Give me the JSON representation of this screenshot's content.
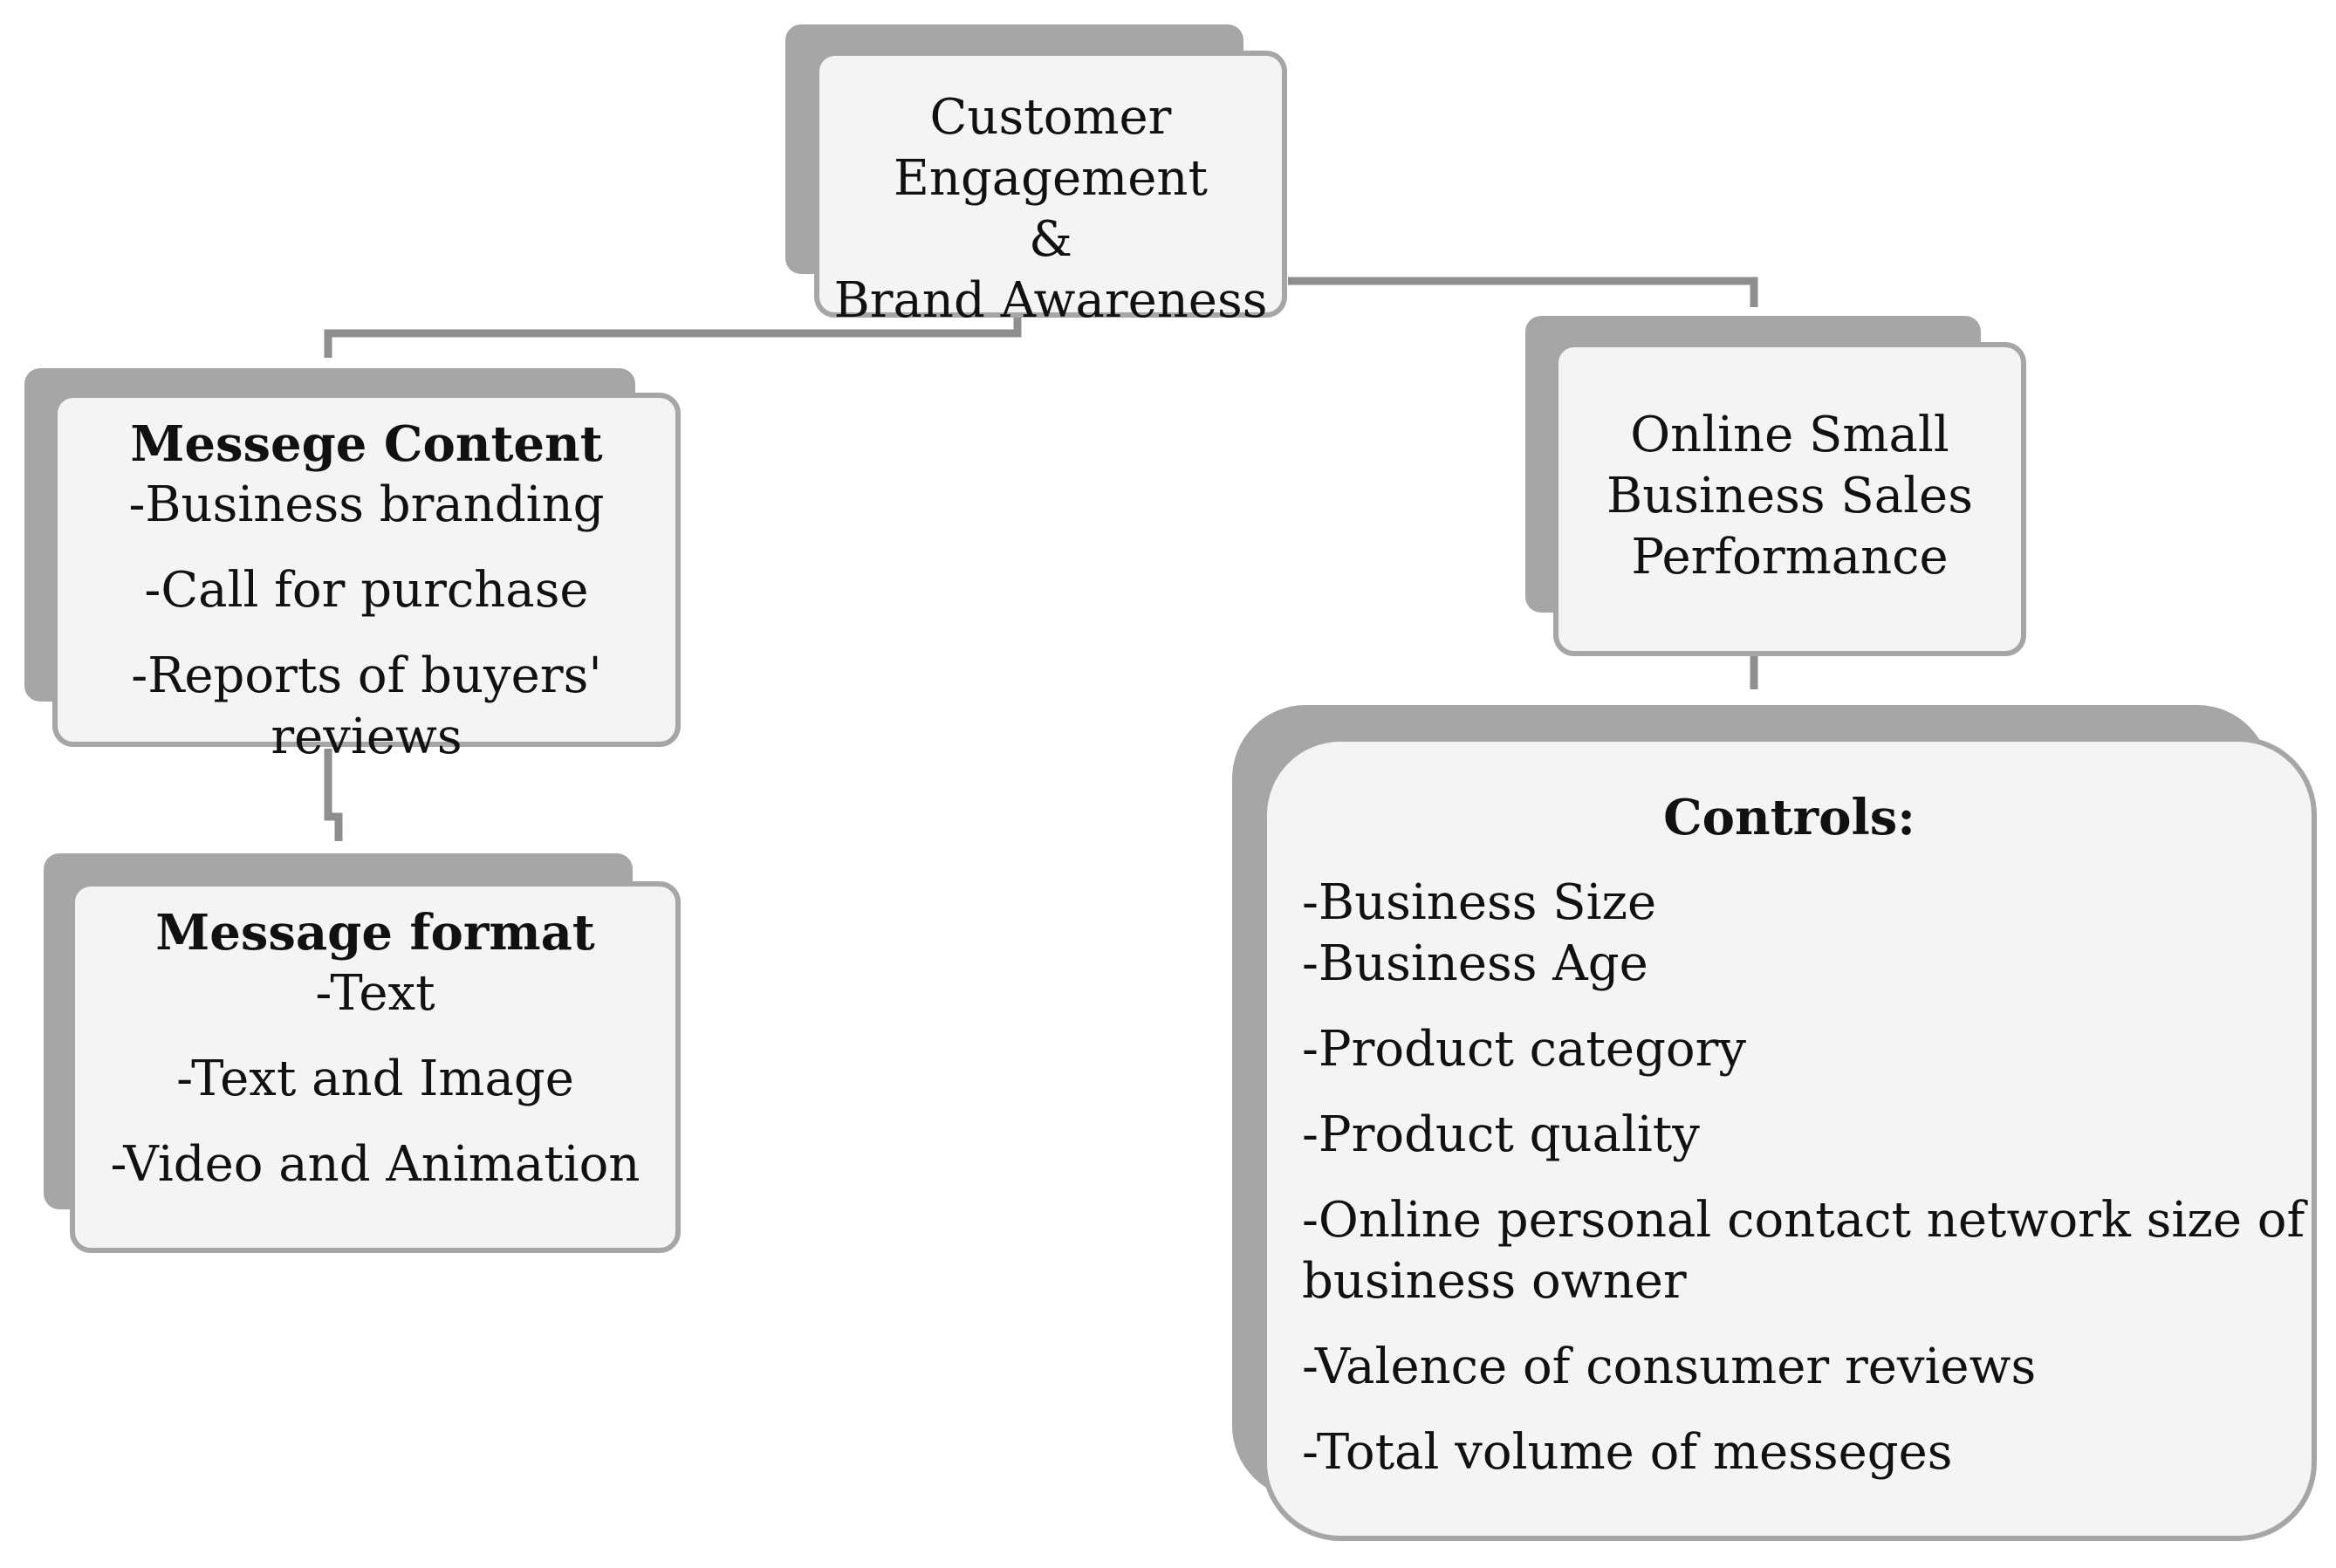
{
  "nodes": {
    "top": {
      "lines": [
        "Customer",
        "Engagement",
        "&",
        "Brand Awareness"
      ]
    },
    "content": {
      "heading": "Messege Content",
      "items": [
        "-Business branding",
        "-Call for purchase",
        "-Reports of buyers'",
        "reviews"
      ]
    },
    "format": {
      "heading": "Message format",
      "items": [
        "-Text",
        "-Text and Image",
        "-Video and Animation"
      ]
    },
    "sales": {
      "lines": [
        "Online Small",
        "Business Sales",
        "Performance"
      ]
    },
    "controls": {
      "heading": "Controls:",
      "items": [
        "-Business Size",
        "-Business Age",
        "-Product category",
        "-Product quality",
        "-Online personal contact network size of",
        "business owner",
        "-Valence of consumer reviews",
        "-Total volume of messeges"
      ]
    }
  },
  "colors": {
    "shadow": "#a6a6a6",
    "fill": "#f4f4f4",
    "border": "#a6a6a6",
    "connector": "#8e8e8e"
  }
}
